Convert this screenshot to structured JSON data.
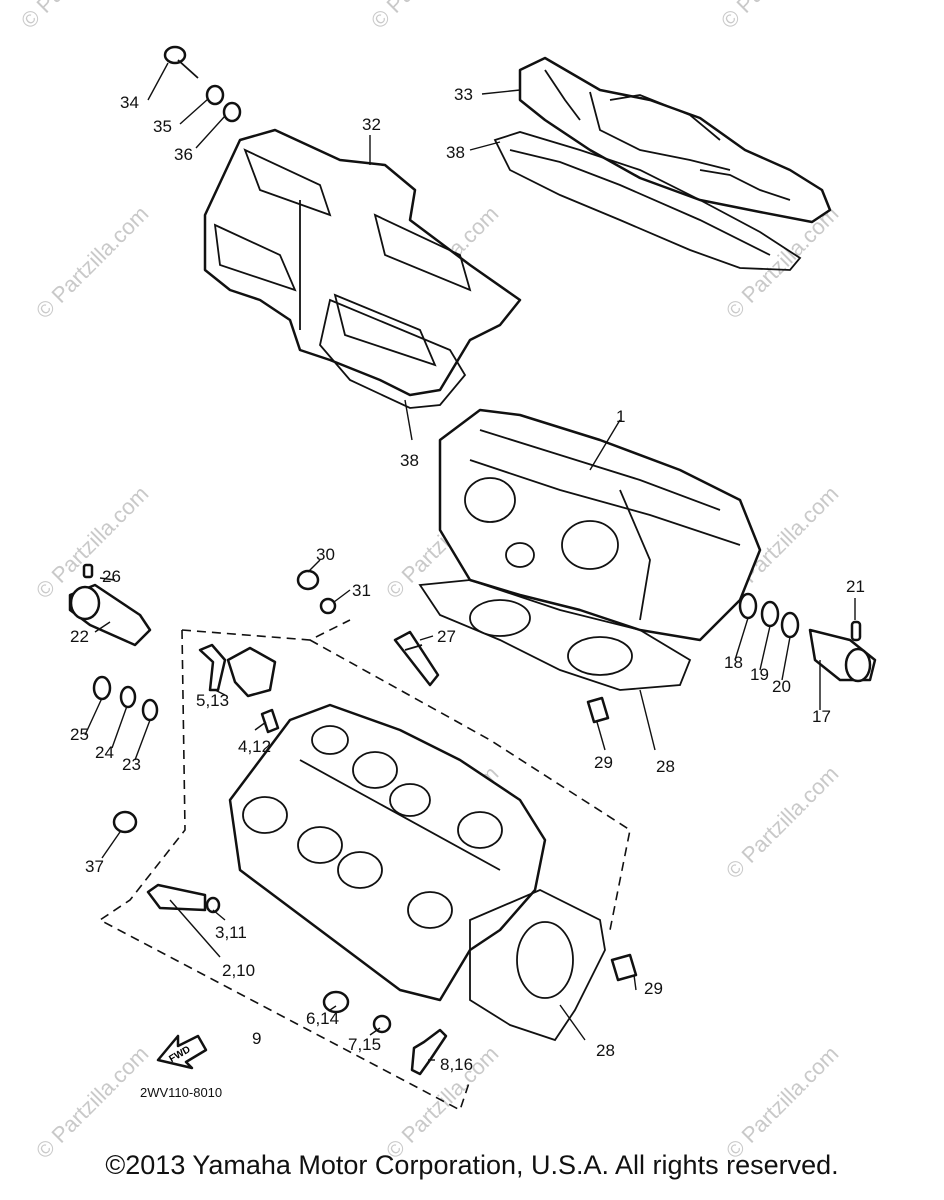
{
  "watermark_text": "© Partzilla.com",
  "diagram_code": "2WV110-8010",
  "fwd_label": "FWD",
  "copyright": "©2013 Yamaha Motor Corporation, U.S.A. All rights reserved.",
  "callouts": {
    "c1": "1",
    "c2_10": "2,10",
    "c3_11": "3,11",
    "c4_12": "4,12",
    "c5_13": "5,13",
    "c6_14": "6,14",
    "c7_15": "7,15",
    "c8_16": "8,16",
    "c9": "9",
    "c17": "17",
    "c18": "18",
    "c19": "19",
    "c20": "20",
    "c21": "21",
    "c22": "22",
    "c23": "23",
    "c24": "24",
    "c25": "25",
    "c26": "26",
    "c27": "27",
    "c28a": "28",
    "c28b": "28",
    "c29a": "29",
    "c29b": "29",
    "c30": "30",
    "c31": "31",
    "c32": "32",
    "c33": "33",
    "c34": "34",
    "c35": "35",
    "c36": "36",
    "c37": "37",
    "c38a": "38",
    "c38b": "38"
  }
}
